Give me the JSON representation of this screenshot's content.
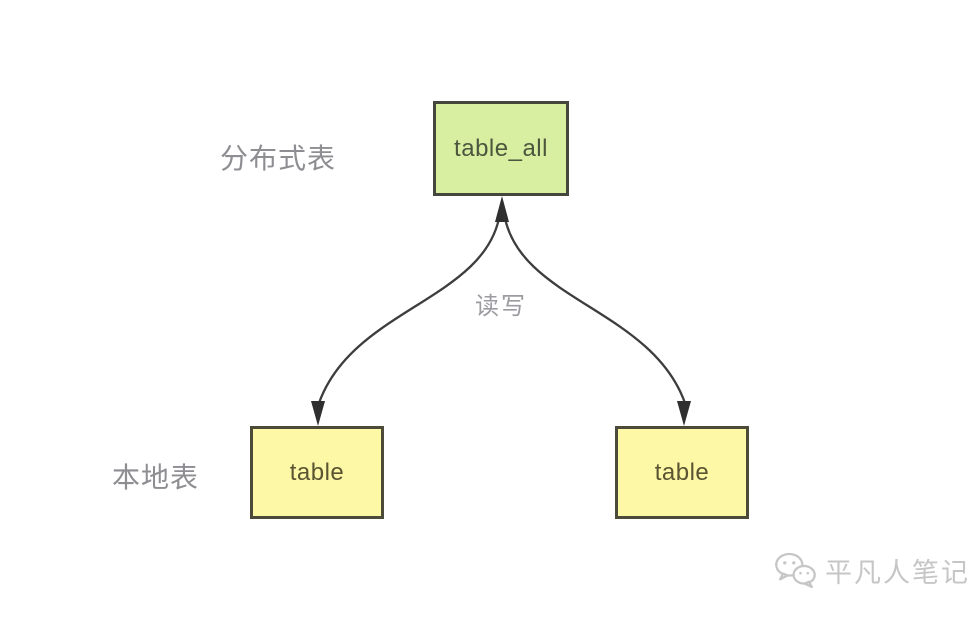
{
  "diagram": {
    "row_labels": {
      "distributed": "分布式表",
      "local": "本地表"
    },
    "nodes": {
      "distributed_table": {
        "label": "table_all",
        "fill": "#d8efa1"
      },
      "local_table_left": {
        "label": "table",
        "fill": "#fcf8a5"
      },
      "local_table_right": {
        "label": "table",
        "fill": "#fcf8a5"
      }
    },
    "edges": {
      "label": "读写",
      "style": "curved-bidirectional-arrows",
      "arrow_color": "#3d3d3d"
    },
    "colors": {
      "node_border": "#45463c",
      "row_label_gray": "#8d8d92",
      "edge_label_gray": "#9b9ba1",
      "background": "#ffffff"
    }
  },
  "watermark": {
    "icon": "wechat-icon",
    "text": "平凡人笔记",
    "color": "#c6c6c6"
  }
}
